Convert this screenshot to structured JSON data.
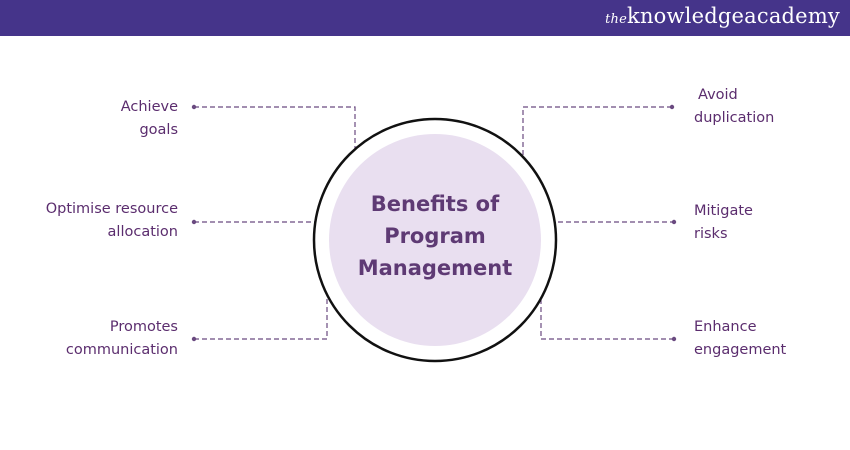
{
  "brand": {
    "prefix": "the",
    "name": "knowledgeacademy"
  },
  "center": {
    "line1": "Benefits of",
    "line2": "Program",
    "line3": "Management"
  },
  "left_items": [
    {
      "line1": "Achieve",
      "line2": "goals"
    },
    {
      "line1": "Optimise resource",
      "line2": "allocation"
    },
    {
      "line1": "Promotes",
      "line2": "communication"
    }
  ],
  "right_items": [
    {
      "line1": "Avoid",
      "line2": "duplication"
    },
    {
      "line1": "Mitigate",
      "line2": "risks"
    },
    {
      "line1": "Enhance",
      "line2": "engagement"
    }
  ],
  "colors": {
    "header": "#45348a",
    "text": "#5b2d6e",
    "circle_fill": "#e9dff0",
    "line": "#6a4a80"
  }
}
